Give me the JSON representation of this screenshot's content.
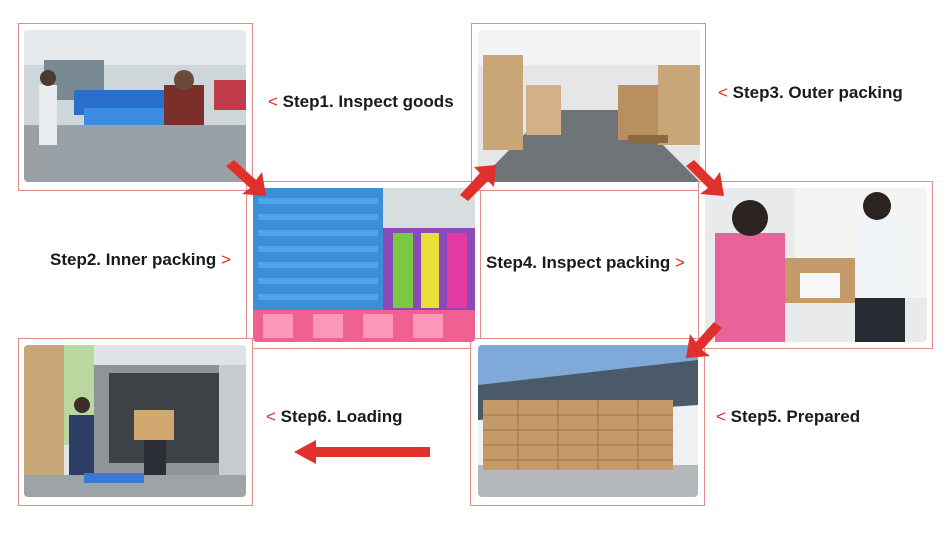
{
  "accent_color": "#e0302c",
  "frame_color": "#e08a8a",
  "steps": [
    {
      "label": "Step1. Inspect goods",
      "marker": "<",
      "photo": "workers-inspecting-rolls"
    },
    {
      "label": "Step2. Inner packing",
      "marker": ">",
      "photo": "stacked-blue-and-pink-rolls"
    },
    {
      "label": "Step3. Outer packing",
      "marker": "<",
      "photo": "warehouse-cartons"
    },
    {
      "label": "Step4. Inspect packing",
      "marker": ">",
      "photo": "inspectors-checking-cartons"
    },
    {
      "label": "Step5. Prepared",
      "marker": "<",
      "photo": "palletized-cartons"
    },
    {
      "label": "Step6. Loading",
      "marker": "<",
      "photo": "loading-container"
    }
  ],
  "arrows": [
    "arrow-down-right",
    "arrow-up-right",
    "arrow-down-right",
    "arrow-down-left",
    "arrow-left"
  ]
}
